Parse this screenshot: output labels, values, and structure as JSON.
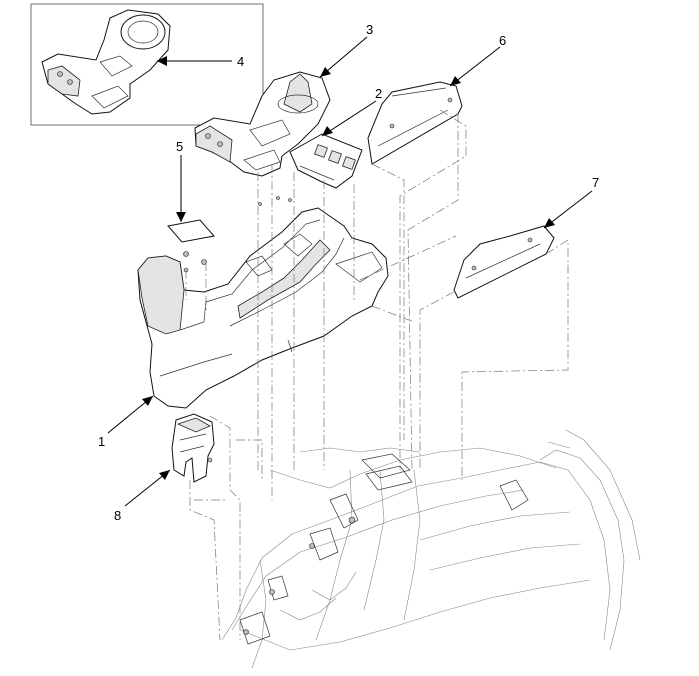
{
  "callouts": [
    {
      "id": "1",
      "label": "1"
    },
    {
      "id": "2",
      "label": "2"
    },
    {
      "id": "3",
      "label": "3"
    },
    {
      "id": "4",
      "label": "4"
    },
    {
      "id": "5",
      "label": "5"
    },
    {
      "id": "6",
      "label": "6"
    },
    {
      "id": "7",
      "label": "7"
    },
    {
      "id": "8",
      "label": "8"
    }
  ],
  "colors": {
    "line": "#111111",
    "background": "#ffffff",
    "shade": "#e4e4e4"
  }
}
